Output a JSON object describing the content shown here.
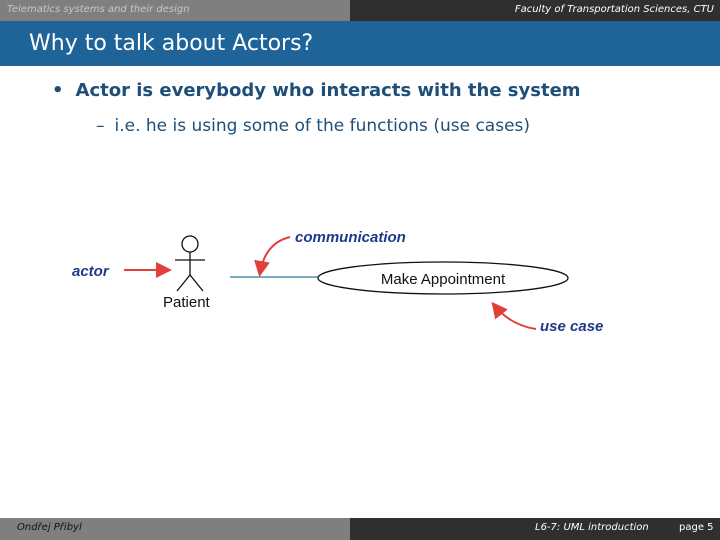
{
  "header": {
    "left": "Telematics systems and their design",
    "right": "Faculty of Transportation Sciences, CTU"
  },
  "slide": {
    "title": "Why to talk about Actors?",
    "bullet": "Actor is everybody who interacts with the system",
    "bullet_marker": "•",
    "sub_bullet": "i.e. he is using some of the functions (use cases)",
    "sub_marker": "–"
  },
  "diagram": {
    "actor_label": "actor",
    "actor_name": "Patient",
    "communication_label": "communication",
    "use_case_name": "Make Appointment",
    "use_case_label": "use case",
    "colors": {
      "annotation": "#1f3a8a",
      "arrow": "#e0403a",
      "association": "#2a7a9a"
    }
  },
  "footer": {
    "author": "Ondřej Přibyl",
    "lecture": "L6-7: UML introduction",
    "page": "page 5"
  }
}
